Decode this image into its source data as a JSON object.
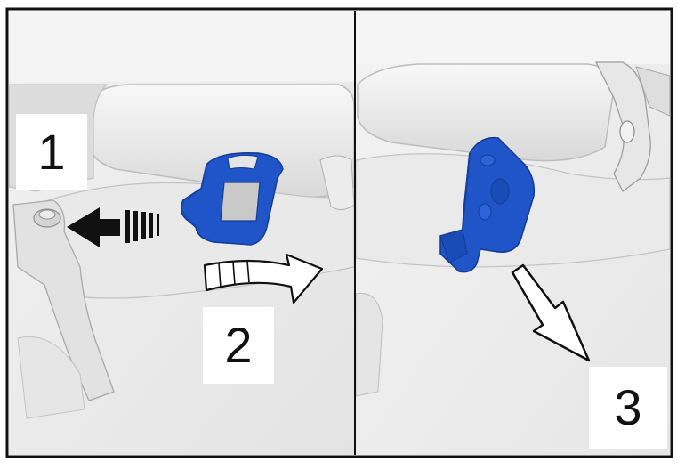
{
  "steps": {
    "step1": "1",
    "step2": "2",
    "step3": "3"
  },
  "panels": [
    "left-panel",
    "right-panel"
  ],
  "colors": {
    "part_blue": "#1f55c8",
    "part_blue_dark": "#163f9a",
    "arrow_black": "#111111",
    "background_gray": "#eeeeee",
    "frame": "#111111"
  },
  "icons": {
    "remove_direction_arrow": "dashed-left-arrow",
    "rotate_arrow": "curved-arrow",
    "pull_down_arrow": "outline-down-right-arrow"
  }
}
